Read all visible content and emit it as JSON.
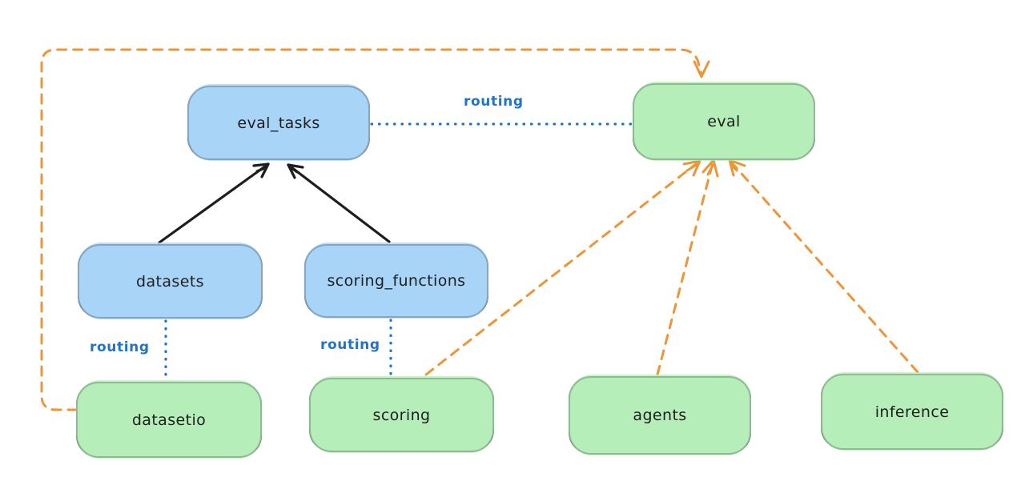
{
  "diagram": {
    "nodes": [
      {
        "id": "eval_tasks",
        "label": "eval_tasks",
        "type": "api"
      },
      {
        "id": "eval",
        "label": "eval",
        "type": "provider"
      },
      {
        "id": "datasets",
        "label": "datasets",
        "type": "api"
      },
      {
        "id": "scoring_functions",
        "label": "scoring_functions",
        "type": "api"
      },
      {
        "id": "datasetio",
        "label": "datasetio",
        "type": "provider"
      },
      {
        "id": "scoring",
        "label": "scoring",
        "type": "provider"
      },
      {
        "id": "agents",
        "label": "agents",
        "type": "provider"
      },
      {
        "id": "inference",
        "label": "inference",
        "type": "provider"
      }
    ],
    "edges": [
      {
        "from": "datasets",
        "to": "eval_tasks",
        "style": "solid",
        "color": "black",
        "arrow": true
      },
      {
        "from": "scoring_functions",
        "to": "eval_tasks",
        "style": "solid",
        "color": "black",
        "arrow": true
      },
      {
        "from": "eval_tasks",
        "to": "eval",
        "style": "dotted",
        "color": "blue",
        "arrow": false,
        "label": "routing"
      },
      {
        "from": "datasets",
        "to": "datasetio",
        "style": "dotted",
        "color": "blue",
        "arrow": false,
        "label": "routing"
      },
      {
        "from": "scoring_functions",
        "to": "scoring",
        "style": "dotted",
        "color": "blue",
        "arrow": false,
        "label": "routing"
      },
      {
        "from": "datasetio",
        "to": "eval",
        "style": "dashed",
        "color": "orange",
        "arrow": true
      },
      {
        "from": "scoring",
        "to": "eval",
        "style": "dashed",
        "color": "orange",
        "arrow": true
      },
      {
        "from": "agents",
        "to": "eval",
        "style": "dashed",
        "color": "orange",
        "arrow": true
      },
      {
        "from": "inference",
        "to": "eval",
        "style": "dashed",
        "color": "orange",
        "arrow": true
      }
    ],
    "edge_labels": [
      "routing",
      "routing",
      "routing"
    ],
    "colors": {
      "api_box_fill": "#a8d4f8",
      "provider_box_fill": "#b6eeba",
      "box_stroke": "#1e1e1e",
      "routing_color": "#2273c5",
      "dashed_arrow_color": "#ec9539",
      "background": "#ffffff"
    }
  }
}
